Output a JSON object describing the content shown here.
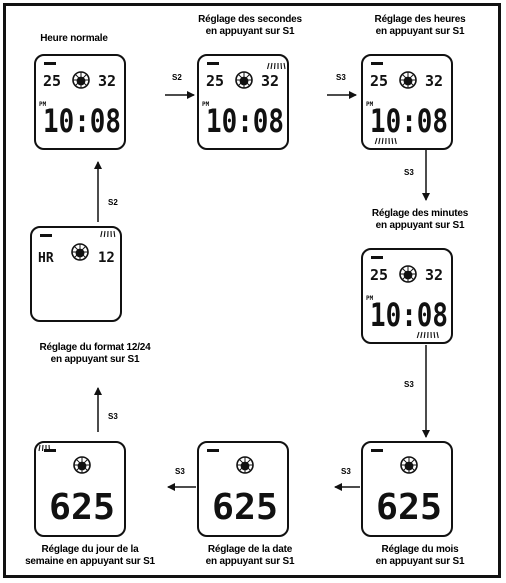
{
  "captions": {
    "normal_time": "Heure normale",
    "seconds": [
      "Réglage des secondes",
      "en appuyant sur S1"
    ],
    "hours": [
      "Réglage des heures",
      "en appuyant sur S1"
    ],
    "minutes": [
      "Réglage des minutes",
      "en appuyant sur S1"
    ],
    "format": [
      "Réglage du format 12/24",
      "en appuyant sur S1"
    ],
    "weekday": [
      "Réglage du jour de la",
      "semaine en appuyant sur S1"
    ],
    "date": [
      "Réglage de la date",
      "en appuyant sur S1"
    ],
    "month": [
      "Réglage du mois",
      "en appuyant sur S1"
    ]
  },
  "arrow_labels": {
    "normal_to_seconds": "S2",
    "seconds_to_hours": "S3",
    "hours_to_minutes": "S3",
    "minutes_to_month": "S3",
    "month_to_date": "S3",
    "date_to_weekday": "S3",
    "weekday_to_format": "S3",
    "format_to_normal": "S2"
  },
  "displays": {
    "time_main": "10:08",
    "time_top_left": "25",
    "time_top_right": "32",
    "time_ampm": "PM",
    "format_mode": "HR",
    "format_value": "12",
    "date_value": "625"
  }
}
